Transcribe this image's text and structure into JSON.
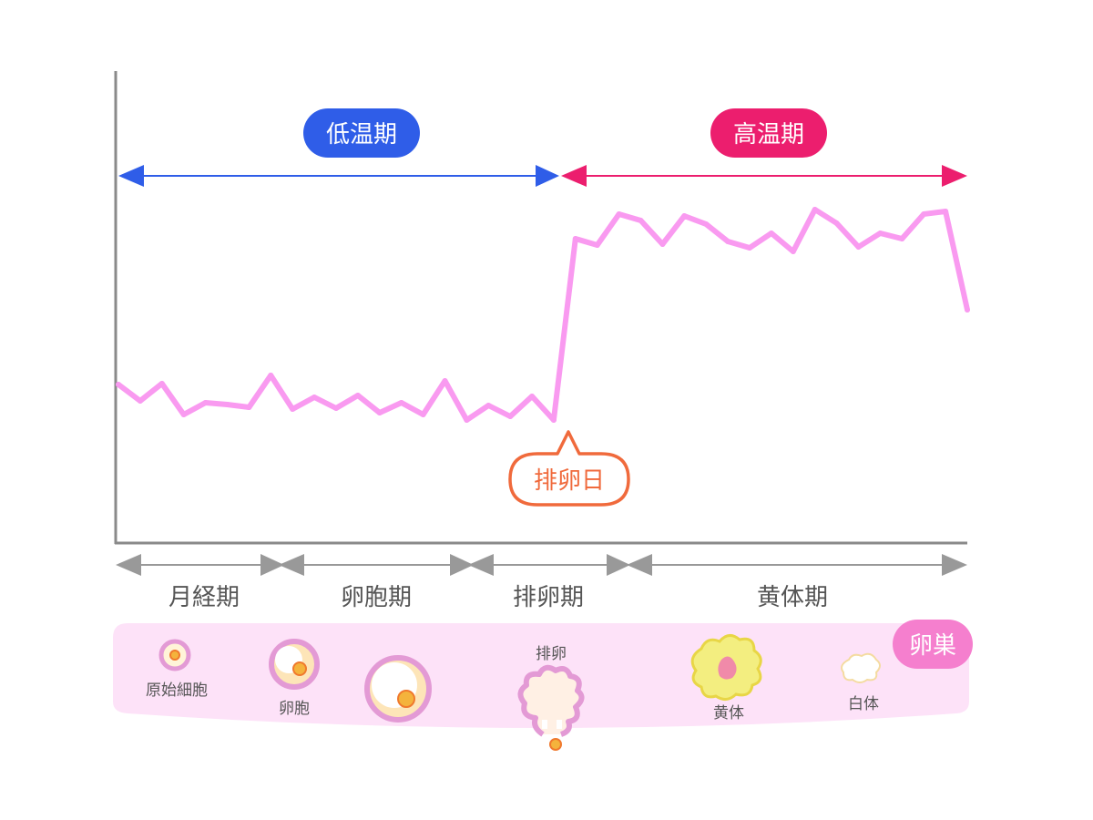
{
  "chart_data": {
    "type": "line",
    "title": "",
    "xlabel": "",
    "ylabel": "",
    "series": [
      {
        "values": [
          422,
          440,
          421,
          455,
          442,
          444,
          447,
          412,
          449,
          436,
          448,
          434,
          453,
          442,
          455,
          418,
          461,
          445,
          457,
          435,
          461,
          262,
          269,
          235,
          242,
          268,
          237,
          246,
          265,
          272,
          256,
          276,
          230,
          245,
          271,
          256,
          262,
          235,
          232,
          340
        ],
        "color": "#f99af0"
      }
    ],
    "phase_ranges": {
      "low": {
        "label": "低温期",
        "color": "#2f5de8"
      },
      "high": {
        "label": "高温期",
        "color": "#ec1e6e"
      }
    },
    "ovulation_callout": {
      "label": "排卵日",
      "color": "#f06a3c"
    },
    "cycle_phases": [
      {
        "label": "月経期"
      },
      {
        "label": "卵胞期"
      },
      {
        "label": "排卵期"
      },
      {
        "label": "黄体期"
      }
    ],
    "axis_color": "#8a8a8a"
  },
  "ovary": {
    "title": "卵巣",
    "band_color": "#fde2f8",
    "badge_color": "#f57fce",
    "stages": {
      "primordial": "原始細胞",
      "follicle": "卵胞",
      "ovulation": "排卵",
      "corpus_luteum": "黄体",
      "corpus_albicans": "白体"
    }
  }
}
